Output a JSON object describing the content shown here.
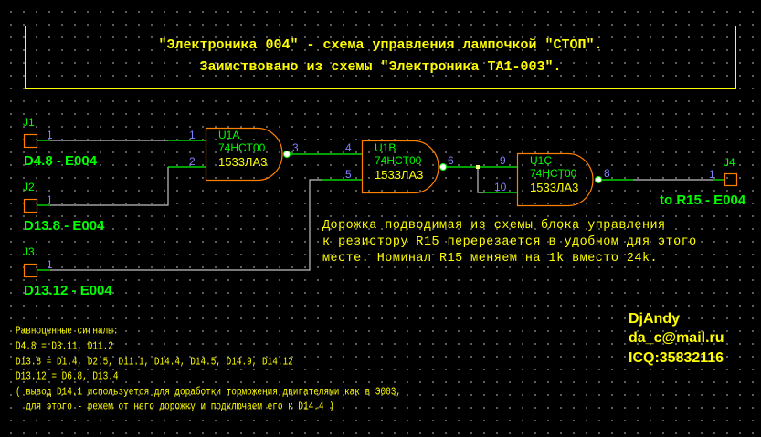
{
  "title": {
    "line1": "\"Электроника 004\" - схема управления лампочкой \"СТОП\".",
    "line2": "Заимствовано из схемы \"Электроника ТА1-003\"."
  },
  "connectors": [
    {
      "ref": "J1",
      "pin": "1",
      "net": "D4.8 - E004"
    },
    {
      "ref": "J2",
      "pin": "1",
      "net": "D13.8 - E004"
    },
    {
      "ref": "J3",
      "pin": "1",
      "net": "D13.12 - E004"
    },
    {
      "ref": "J4",
      "pin": "1",
      "net": "to R15 - E004"
    }
  ],
  "gates": [
    {
      "ref": "U1A",
      "type": "74HCT00",
      "alt": "1533ЛА3",
      "in1": "1",
      "in2": "2",
      "out": "3"
    },
    {
      "ref": "U1B",
      "type": "74HCT00",
      "alt": "1533ЛА3",
      "in1": "4",
      "in2": "5",
      "out": "6"
    },
    {
      "ref": "U1C",
      "type": "74HCT00",
      "alt": "1533ЛА3",
      "in1": "9",
      "in2": "10",
      "out": "8"
    }
  ],
  "note": [
    "Дорожка подводимая из схемы блока управления",
    "к резистору R15 перерезается в удобном для этого",
    "месте. Номинал R15 меняем на 1k вместо 24k."
  ],
  "equivalents": [
    "Равноценные сигналы:",
    "D4.8 = D3.11, D11.2",
    "D13.8 = D1.4, D2.5, D11.1, D14.4, D14.5, D14.9, D14.12",
    "D13.12 = D6.8, D13.4",
    "( вывод D14.1 используется для доработки торможения двигателями как в Э003,",
    "  для этого - режем от него дорожку и подключаем его к D14.4 )"
  ],
  "author": [
    "DjAndy",
    "da_c@mail.ru",
    "ICQ:35832116"
  ],
  "colors": {
    "wire": "#00ff00",
    "trace": "#c0c0c0",
    "part": "#ff8000",
    "text": "#ffff00",
    "pin": "#8080ff"
  }
}
